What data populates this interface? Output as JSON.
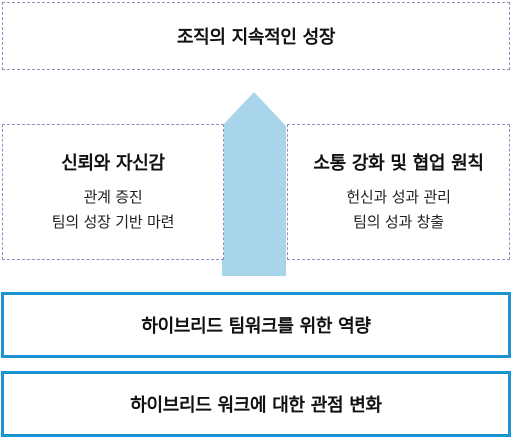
{
  "top": {
    "title": "조직의 지속적인 성장"
  },
  "left": {
    "title": "신뢰와 자신감",
    "lines": [
      "관계 증진",
      "팀의 성장 기반 마련"
    ]
  },
  "right": {
    "title": "소통 강화 및 협업 원칙",
    "lines": [
      "헌신과 성과 관리",
      "팀의 성과 창출"
    ]
  },
  "foundation": {
    "capability": "하이브리드 팀워크를 위한 역량",
    "perspective": "하이브리드 워크에 대한 관점 변화"
  },
  "colors": {
    "dashed_border": "#8f8fc4",
    "solid_border": "#1b93d3",
    "arrow_fill": "#a9d5ea"
  }
}
